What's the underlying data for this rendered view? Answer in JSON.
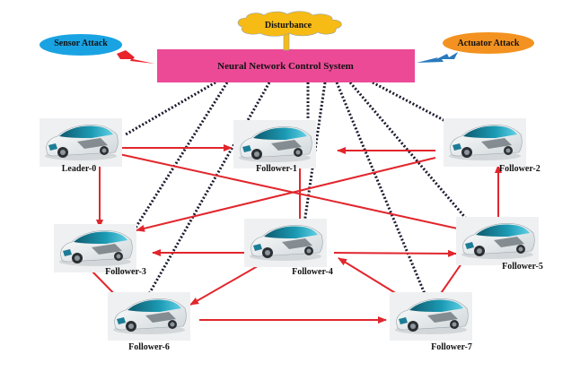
{
  "diagram": {
    "controller": {
      "label": "Neural Network Control System",
      "color": "#ec4a97"
    },
    "disturbance": {
      "label": "Disturbance",
      "color": "#f7bb16"
    },
    "sensor_attack": {
      "label": "Sensor Attack",
      "color": "#1aa3e3",
      "bolt_color": "#e8232b"
    },
    "actuator_attack": {
      "label": "Actuator Attack",
      "color": "#f39220",
      "bolt_color": "#2a79bd"
    },
    "edge_color": "#e1262d",
    "link_color": "#1a1a2e",
    "vehicles": [
      {
        "id": "v0",
        "label": "Leader-0"
      },
      {
        "id": "v1",
        "label": "Follower-1"
      },
      {
        "id": "v2",
        "label": "Follower-2"
      },
      {
        "id": "v3",
        "label": "Follower-3"
      },
      {
        "id": "v4",
        "label": "Follower-4"
      },
      {
        "id": "v5",
        "label": "Follower-5"
      },
      {
        "id": "v6",
        "label": "Follower-6"
      },
      {
        "id": "v7",
        "label": "Follower-7"
      }
    ],
    "edges": [
      {
        "from": "v0",
        "to": "v1"
      },
      {
        "from": "v0",
        "to": "v3"
      },
      {
        "from": "v0",
        "to": "v5"
      },
      {
        "from": "v2",
        "to": "v1"
      },
      {
        "from": "v2",
        "to": "v3"
      },
      {
        "from": "v4",
        "to": "v1"
      },
      {
        "from": "v4",
        "to": "v3"
      },
      {
        "from": "v4",
        "to": "v5"
      },
      {
        "from": "v4",
        "to": "v6"
      },
      {
        "from": "v5",
        "to": "v2"
      },
      {
        "from": "v5",
        "to": "v7"
      },
      {
        "from": "v3",
        "to": "v6"
      },
      {
        "from": "v6",
        "to": "v7"
      },
      {
        "from": "v7",
        "to": "v4"
      }
    ],
    "controller_links": [
      "v0",
      "v3",
      "v6",
      "v1",
      "v4",
      "v7",
      "v5",
      "v2"
    ]
  }
}
